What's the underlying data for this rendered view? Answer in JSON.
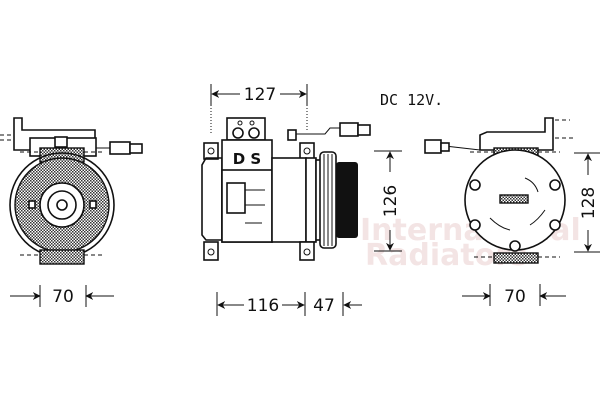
{
  "drawing": {
    "voltage_label": "DC 12V.",
    "body_label": "D S",
    "dimensions": {
      "left_view_width": "70",
      "top_width": "127",
      "body_length": "116",
      "pulley_length": "47",
      "side_height": "126",
      "right_view_width": "70",
      "right_view_height": "128"
    },
    "watermark": [
      "International",
      "Radiators"
    ],
    "line_color": "#111111",
    "watermark_color": "#cc8888"
  }
}
